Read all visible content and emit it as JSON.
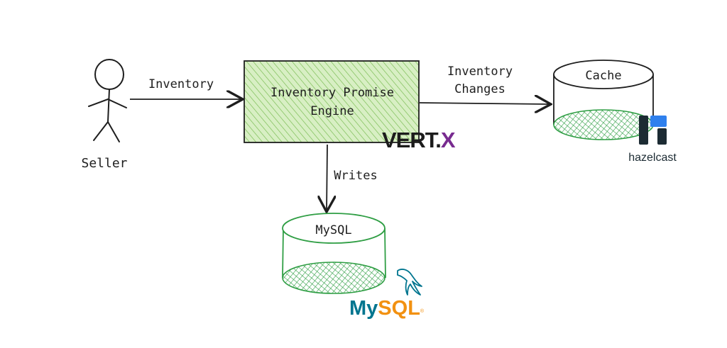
{
  "nodes": {
    "seller": {
      "label": "Seller"
    },
    "engine": {
      "label_line1": "Inventory Promise",
      "label_line2": "Engine"
    },
    "cache": {
      "label": "Cache"
    },
    "mysql": {
      "label": "MySQL"
    }
  },
  "edges": {
    "seller_to_engine": {
      "label": "Inventory"
    },
    "engine_to_cache": {
      "label_line1": "Inventory",
      "label_line2": "Changes"
    },
    "engine_to_mysql": {
      "label": "Writes"
    }
  },
  "logos": {
    "vertx": {
      "text_main": "VERT.",
      "text_x": "X"
    },
    "hazelcast": {
      "text": "hazelcast"
    },
    "mysql": {
      "text_my": "My",
      "text_sql": "SQL",
      "text_reg": "®"
    }
  },
  "colors": {
    "stroke": "#1e1e1e",
    "engine_fill": "#c2e5a0",
    "engine_hatch": "#6fb04a",
    "db_stroke": "#2f9e44",
    "db_fill": "#3a9a45",
    "vertx_purple": "#782b90",
    "hazelcast_dark": "#1c2b33",
    "hazelcast_blue": "#2f80ed",
    "mysql_blue": "#00758f",
    "mysql_orange": "#f29111"
  }
}
